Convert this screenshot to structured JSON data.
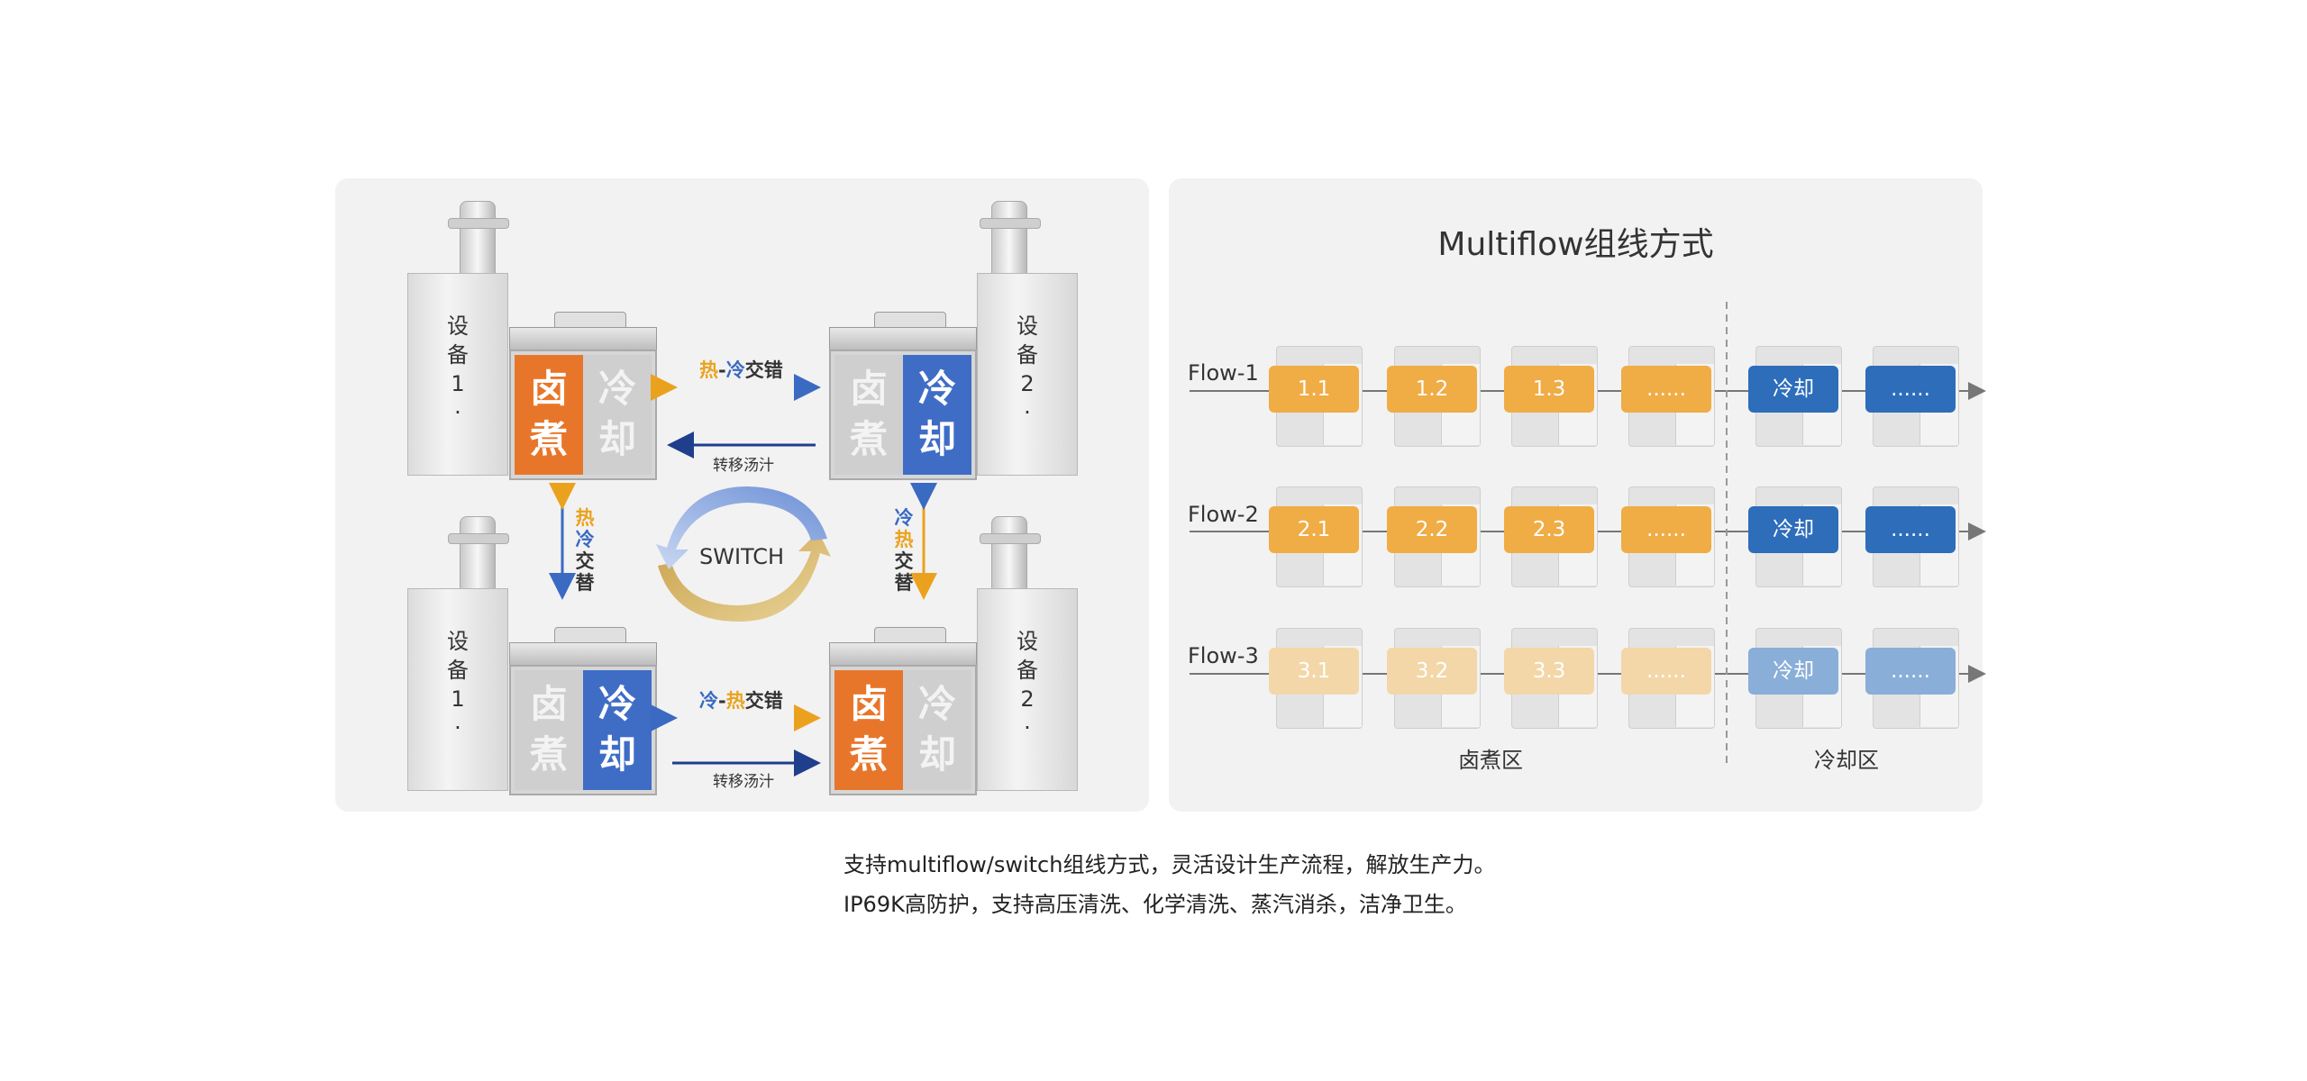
{
  "left": {
    "machines": [
      {
        "cabinet": "设\n备\n1\n·",
        "halves": [
          {
            "text": "卤\n煮",
            "color": "orange"
          },
          {
            "text": "冷\n却",
            "color": "grey"
          }
        ]
      },
      {
        "cabinet": "设\n备\n2\n·",
        "halves": [
          {
            "text": "卤\n煮",
            "color": "grey"
          },
          {
            "text": "冷\n却",
            "color": "blue"
          }
        ]
      },
      {
        "cabinet": "设\n备\n1\n·",
        "halves": [
          {
            "text": "卤\n煮",
            "color": "grey"
          },
          {
            "text": "冷\n却",
            "color": "blue"
          }
        ]
      },
      {
        "cabinet": "设\n备\n2\n·",
        "halves": [
          {
            "text": "卤\n煮",
            "color": "orange"
          },
          {
            "text": "冷\n却",
            "color": "grey"
          }
        ]
      }
    ],
    "top_exchange": {
      "hot": "热",
      "dash": "-",
      "cold": "冷",
      "rest": "交错"
    },
    "top_transfer": "转移汤汁",
    "bottom_exchange": {
      "cold": "冷",
      "dash": "-",
      "hot": "热",
      "rest": "交错"
    },
    "bottom_transfer": "转移汤汁",
    "left_vertical": {
      "hot": "热",
      "cold": "冷",
      "rest": "交替"
    },
    "right_vertical": {
      "cold": "冷",
      "hot": "热",
      "rest": "交替"
    },
    "switch": "SWITCH"
  },
  "right": {
    "title": "Multiflow组线方式",
    "flows": [
      {
        "label": "Flow-1",
        "boxes": [
          "1.1",
          "1.2",
          "1.3",
          "......",
          "冷却",
          "......"
        ]
      },
      {
        "label": "Flow-2",
        "boxes": [
          "2.1",
          "2.2",
          "2.3",
          "......",
          "冷却",
          "......"
        ]
      },
      {
        "label": "Flow-3",
        "boxes": [
          "3.1",
          "3.2",
          "3.3",
          "......",
          "冷却",
          "......"
        ]
      }
    ],
    "zones": [
      "卤煮区",
      "冷却区"
    ]
  },
  "colors": {
    "orange": "#f0ac45",
    "blue": "#2d6dba",
    "orange_light": "#f3d7a8",
    "blue_light": "#89aed7",
    "hot": "#eaa21e",
    "cold": "#3a6ac2"
  },
  "captions": [
    "支持multiflow/switch组线方式，灵活设计生产流程，解放生产力。",
    "IP69K高防护，支持高压清洗、化学清洗、蒸汽消杀，洁净卫生。"
  ]
}
